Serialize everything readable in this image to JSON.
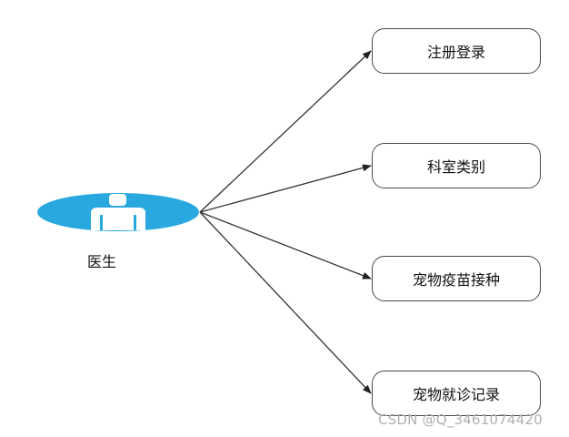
{
  "actor": {
    "label": "医生",
    "icon": "doctor-person-icon",
    "color": "#29a8e0"
  },
  "use_cases": [
    {
      "id": "uc1",
      "label": "注册登录"
    },
    {
      "id": "uc2",
      "label": "科室类别"
    },
    {
      "id": "uc3",
      "label": "宠物疫苗接种"
    },
    {
      "id": "uc4",
      "label": "宠物就诊记录"
    }
  ],
  "watermark": "CSDN @Q_3461074420",
  "colors": {
    "edge": "#333333",
    "box_border": "#4a4a4a"
  }
}
